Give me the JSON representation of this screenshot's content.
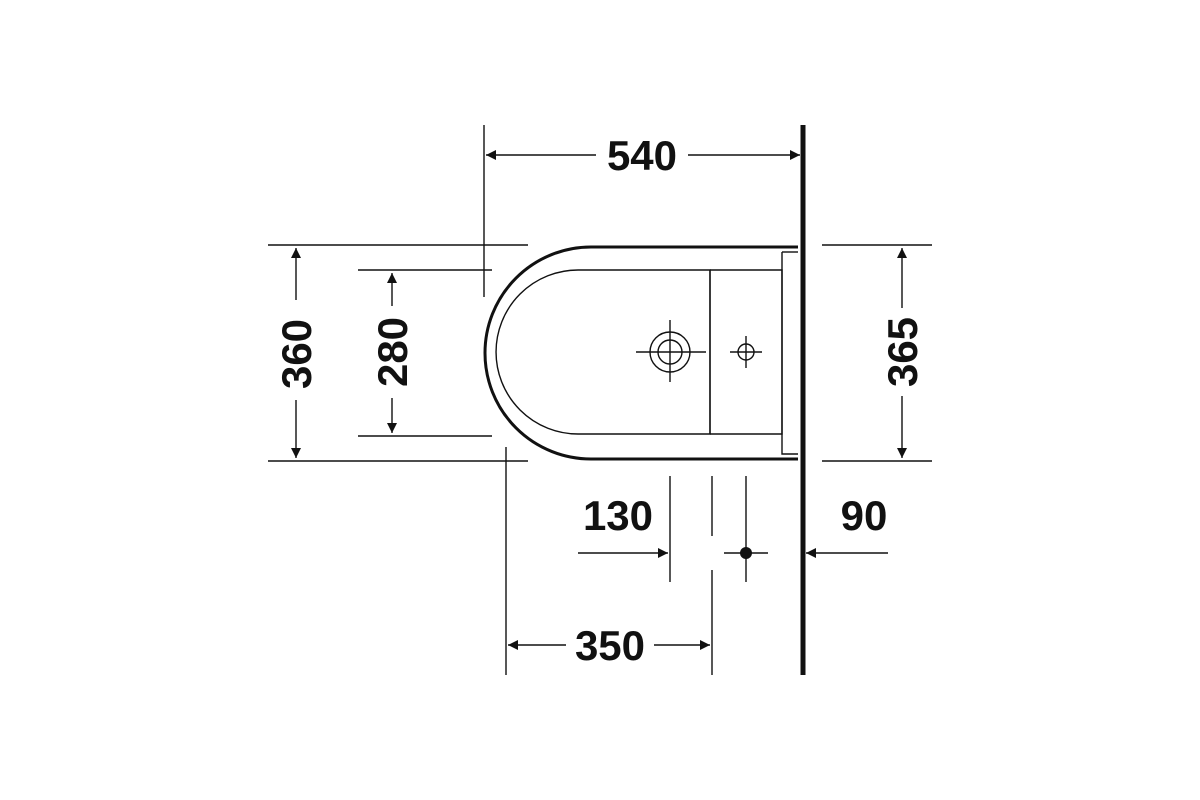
{
  "dimensions": {
    "depth": "540",
    "outer_width": "360",
    "inner_width": "280",
    "seat_width": "365",
    "tap_offset": "130",
    "wall_offset": "90",
    "fixing_distance": "350"
  }
}
